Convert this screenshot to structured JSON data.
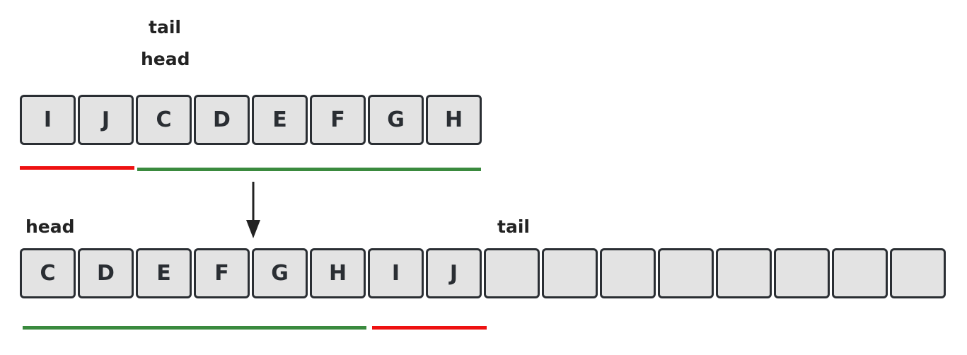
{
  "top": {
    "labels": {
      "tail": "tail",
      "head": "head"
    },
    "cells": [
      "I",
      "J",
      "C",
      "D",
      "E",
      "F",
      "G",
      "H"
    ]
  },
  "bottom": {
    "labels": {
      "head": "head",
      "tail": "tail"
    },
    "cells": [
      "C",
      "D",
      "E",
      "F",
      "G",
      "H",
      "I",
      "J",
      "",
      "",
      "",
      "",
      "",
      "",
      "",
      ""
    ]
  },
  "colors": {
    "wrapped_segment": "#ee1111",
    "contiguous_segment": "#3a8a3e",
    "cell_fill": "#e3e3e3",
    "cell_border": "#2a2e33"
  },
  "icons": {
    "arrow": "arrow-down-icon"
  }
}
